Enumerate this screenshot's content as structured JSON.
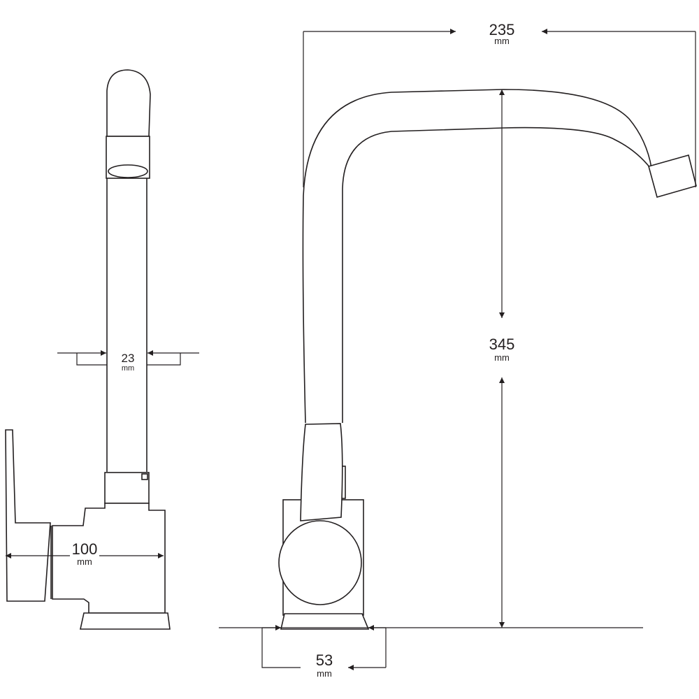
{
  "dimensions": {
    "spout_reach": {
      "value": "235",
      "unit": "mm"
    },
    "spout_height": {
      "value": "345",
      "unit": "mm"
    },
    "tube_diameter": {
      "value": "23",
      "unit": "mm"
    },
    "depth": {
      "value": "100",
      "unit": "mm"
    },
    "base_width": {
      "value": "53",
      "unit": "mm"
    }
  },
  "line_color": "#231f20"
}
